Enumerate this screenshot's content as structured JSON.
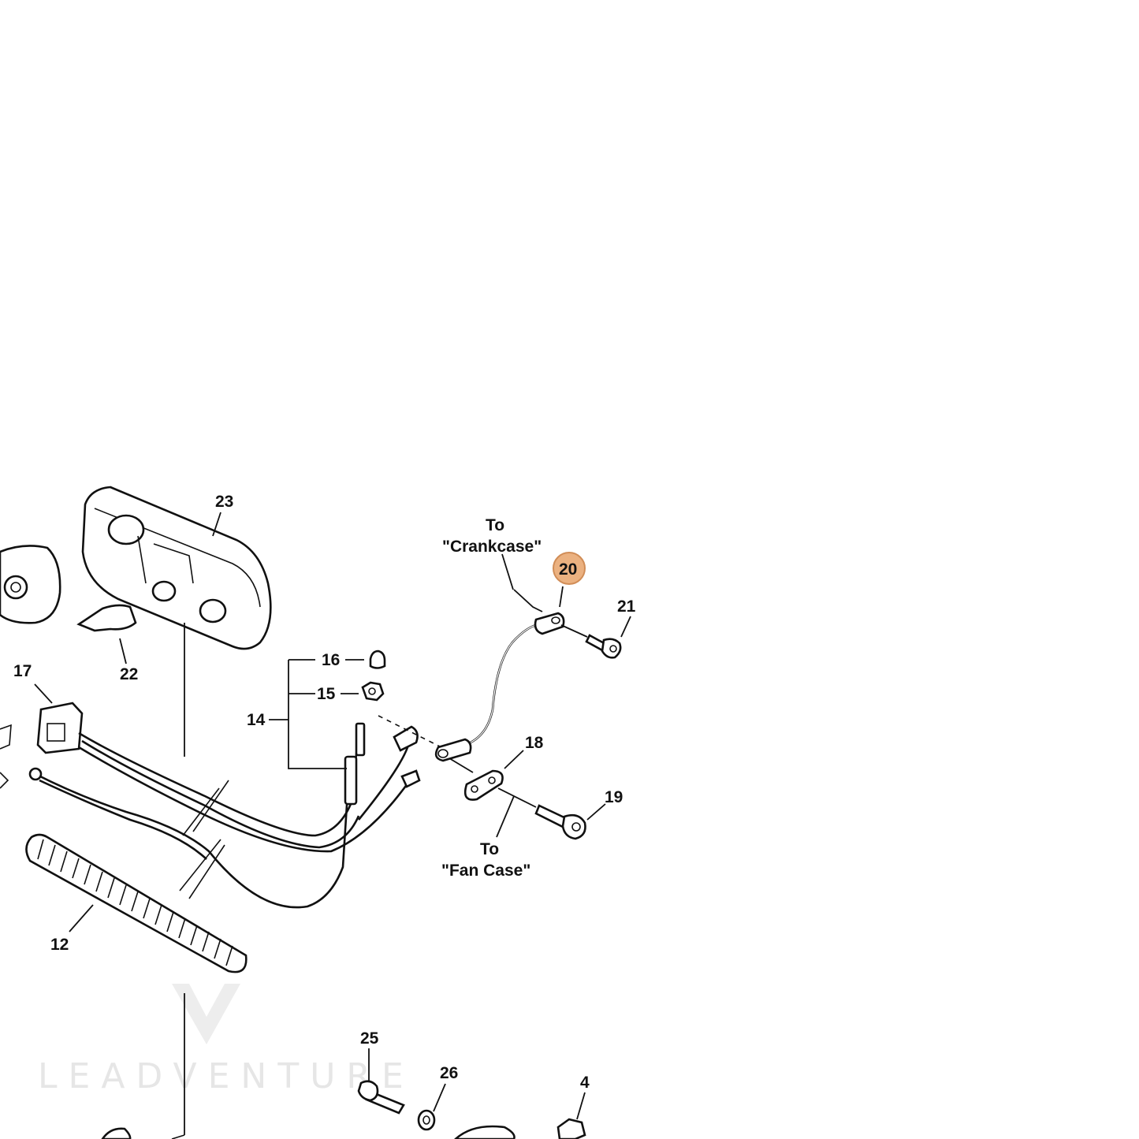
{
  "callouts": {
    "c23": "23",
    "c22": "22",
    "c17": "17",
    "c16": "16",
    "c15": "15",
    "c14": "14",
    "c12": "12",
    "c18": "18",
    "c19": "19",
    "c20": "20",
    "c21": "21",
    "c25": "25",
    "c26": "26",
    "c4": "4"
  },
  "notes": {
    "crankcase_line1": "To",
    "crankcase_line2": "\"Crankcase\"",
    "fancase_line1": "To",
    "fancase_line2": "\"Fan Case\""
  },
  "watermark": {
    "text": "LEADVENTURE"
  },
  "highlight": {
    "part": "20",
    "color": "#e8a46a",
    "stroke": "#c97a3a"
  }
}
